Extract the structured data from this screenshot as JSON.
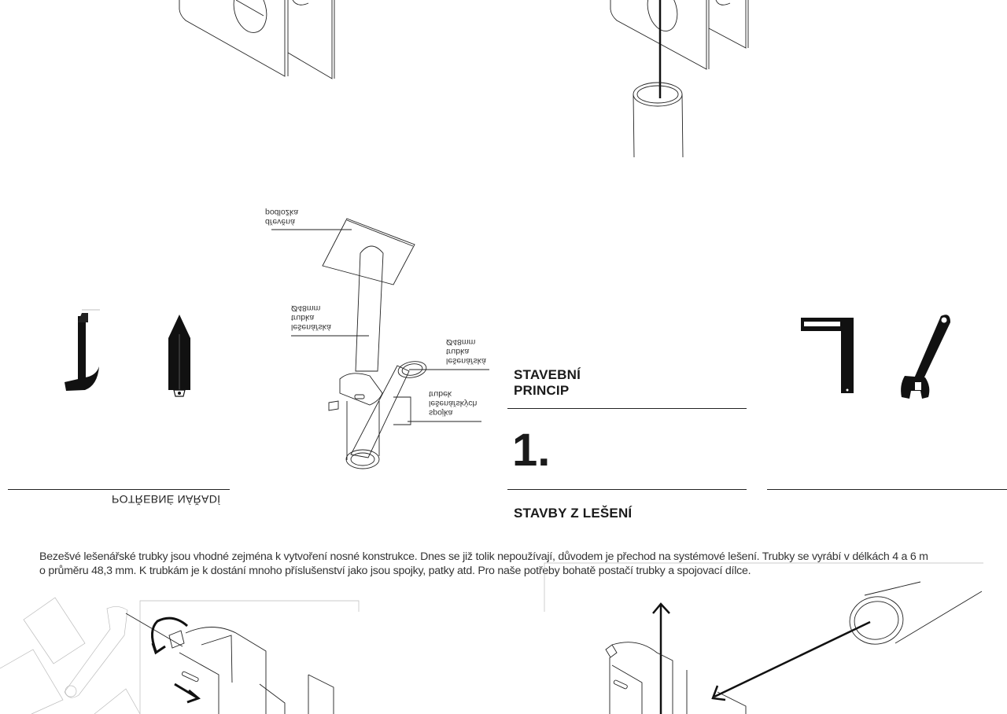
{
  "title_block": {
    "section_heading_line1": "STAVEBNÍ",
    "section_heading_line2": "PRINCIP",
    "number": "1.",
    "subtitle": "STAVBY Z LEŠENÍ"
  },
  "tools_section": {
    "heading": "POTŘEBNÉ NÁŘADÍ"
  },
  "diagram_labels": {
    "board": [
      "dřevěná",
      "podložka"
    ],
    "tube_vertical": [
      "lešenářská",
      "trubka",
      "Ø48mm"
    ],
    "tube_horizontal": [
      "lešenářská",
      "trubka",
      "Ø48mm"
    ],
    "coupler": [
      "spojka",
      "lešenářských",
      "trubek"
    ]
  },
  "body": {
    "lines": [
      "Bezešvé lešenářské trubky jsou vhodné zejména k vytvoření nosné konstrukce. Dnes se již tolik nepoužívají, důvodem je přechod na systémové lešení. Trubky se vyrábí v délkách 4 a 6 m",
      "o průměru 48,3 mm. K trubkám je k dostání mnoho příslušenství jako jsou spojky, patky atd. Pro naše potřeby bohatě postačí trubky a spojovací dílce."
    ]
  }
}
